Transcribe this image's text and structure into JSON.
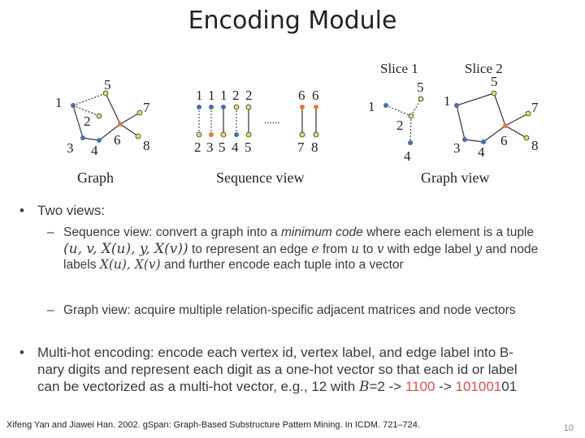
{
  "title": "Encoding Module",
  "figure": {
    "graph_caption": "Graph",
    "sequence_caption": "Sequence  view",
    "graph_view_caption": "Graph view",
    "slice1_label": "Slice 1",
    "slice2_label": "Slice 2",
    "ellipsis": "......",
    "seq_top": [
      "1",
      "1",
      "1",
      "2",
      "2",
      "6",
      "6"
    ],
    "seq_bottom": [
      "2",
      "3",
      "5",
      "4",
      "5",
      "7",
      "8"
    ],
    "graph_nodes": [
      "1",
      "2",
      "3",
      "4",
      "5",
      "6",
      "7",
      "8"
    ]
  },
  "bullets": {
    "two_views": "Two views:",
    "seq_view_a": "Sequence view: convert a graph into a ",
    "seq_view_em": "minimum code",
    "seq_view_b": " where each element is a tuple",
    "seq_view_line2a": "(u, v, X(u), y, X(v))",
    "seq_view_line2b": " to represent an edge ",
    "seq_view_e": "e",
    "seq_view_line2c": " from ",
    "seq_view_u": "u",
    "seq_view_line2d": " to ",
    "seq_view_v": "v",
    "seq_view_line2e": " with edge label ",
    "seq_view_y": "y",
    "seq_view_line2f": " and node",
    "seq_view_line3a": "labels ",
    "seq_view_line3b": "X(u), X(v)",
    "seq_view_line3c": " and further encode each tuple into a vector",
    "graph_view": "Graph view: acquire multiple relation-specific adjacent matrices and node vectors",
    "multi_hot_1": "Multi-hot encoding: encode each vertex id, vertex label, and edge label into B-",
    "multi_hot_2": "nary digits and represent each digit as a one-hot vector so that each id or label",
    "multi_hot_3a": "can be vectorized as a multi-hot vector, e.g., 12 with ",
    "multi_hot_B": "B",
    "multi_hot_3b": "=2 -> ",
    "multi_hot_bin1": "1",
    "multi_hot_bin2": "1",
    "multi_hot_bin3": "00",
    "multi_hot_arrow": " -> ",
    "mh_a": "10",
    "mh_b": "10",
    "mh_c": "01",
    "mh_d": "01"
  },
  "footer": "Xifeng Yan and Jiawei Han. 2002. gSpan: Graph-Based Substructure Pattern Mining. In ICDM. 721–724.",
  "page_number": "10",
  "colors": {
    "red": "#d9534f",
    "node_blue": "#4a6fa5",
    "node_orange": "#e07b3c",
    "node_yellow": "#e8d76a"
  }
}
